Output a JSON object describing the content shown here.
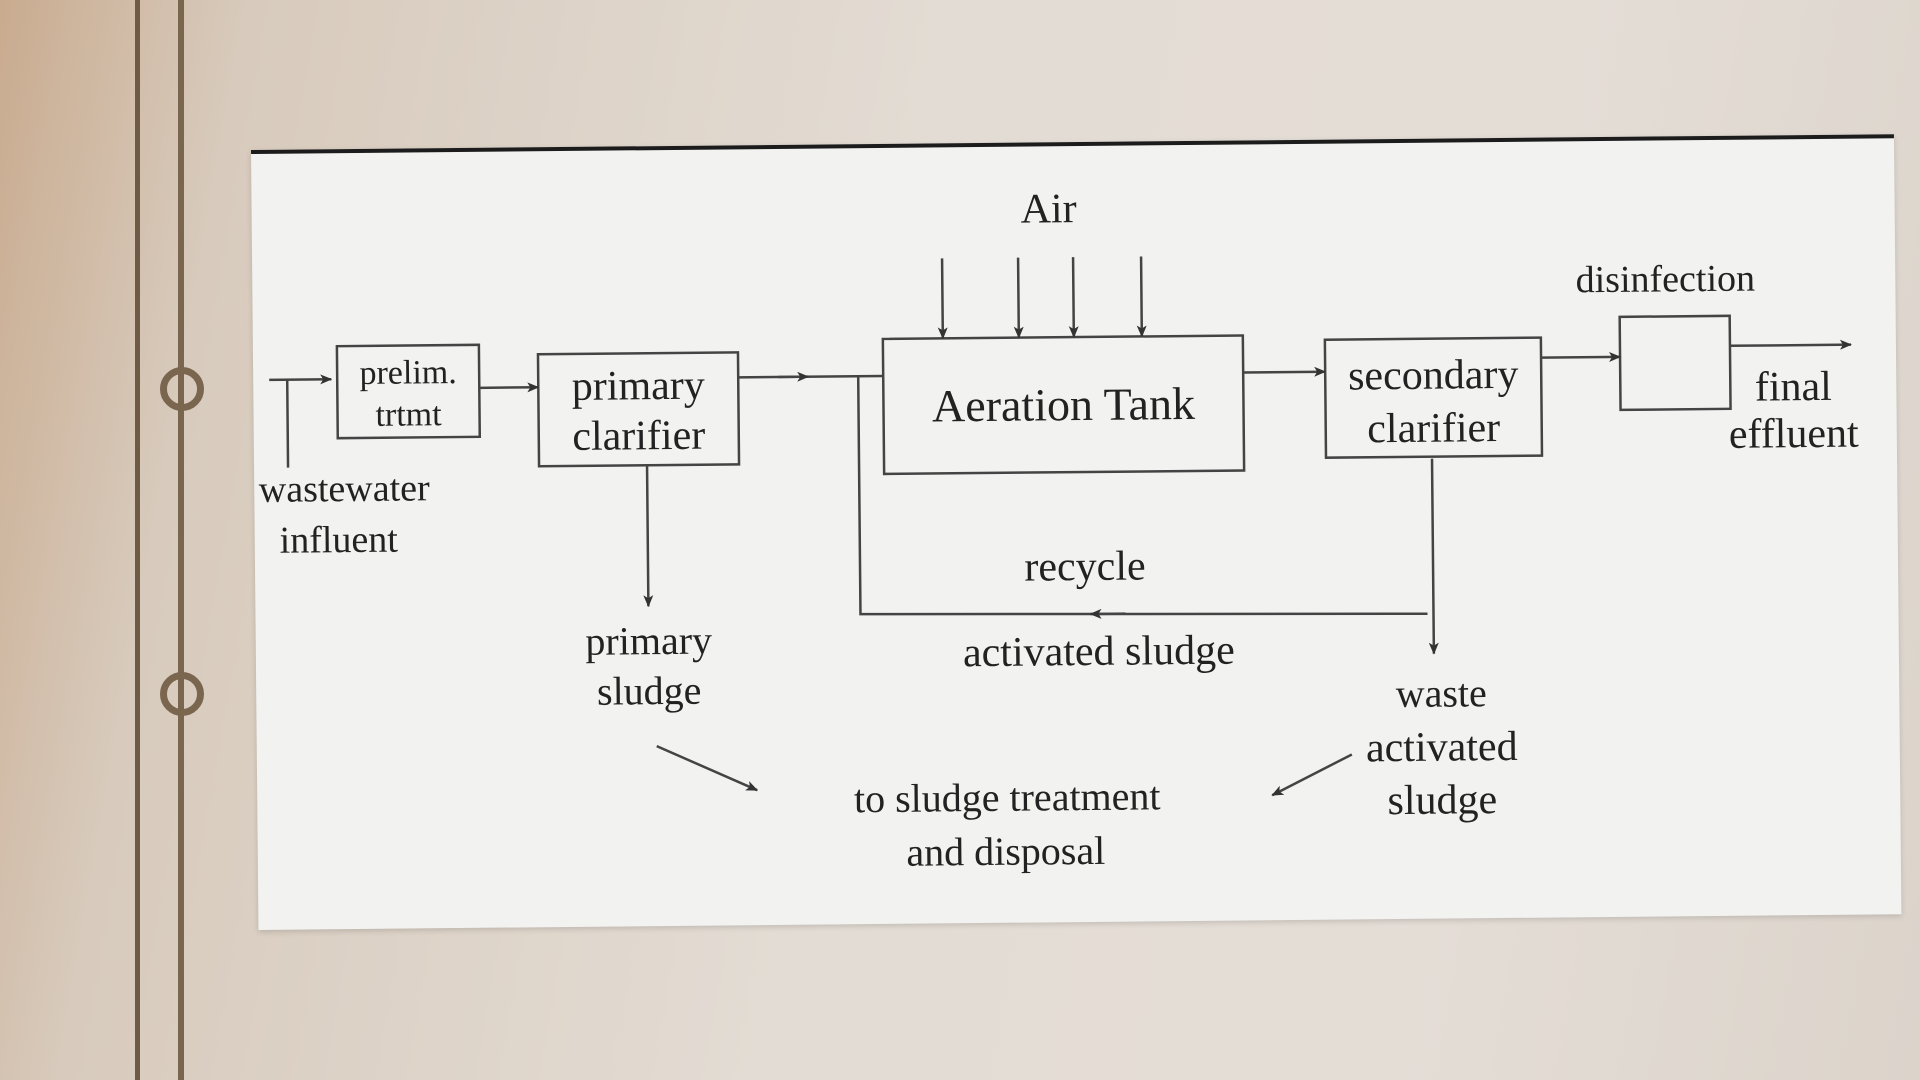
{
  "diagram": {
    "air_label": "Air",
    "prelim_line1": "prelim.",
    "prelim_line2": "trtmt",
    "primary_clarifier_line1": "primary",
    "primary_clarifier_line2": "clarifier",
    "aeration_tank": "Aeration Tank",
    "secondary_clarifier_line1": "secondary",
    "secondary_clarifier_line2": "clarifier",
    "disinfection": "disinfection",
    "final_effluent_line1": "final",
    "final_effluent_line2": "effluent",
    "influent_line1": "wastewater",
    "influent_line2": "influent",
    "recycle": "recycle",
    "activated_sludge": "activated sludge",
    "primary_sludge_line1": "primary",
    "primary_sludge_line2": "sludge",
    "waste_line1": "waste",
    "waste_line2": "activated",
    "waste_line3": "sludge",
    "sludge_treatment_line1": "to sludge treatment",
    "sludge_treatment_line2": "and disposal"
  }
}
